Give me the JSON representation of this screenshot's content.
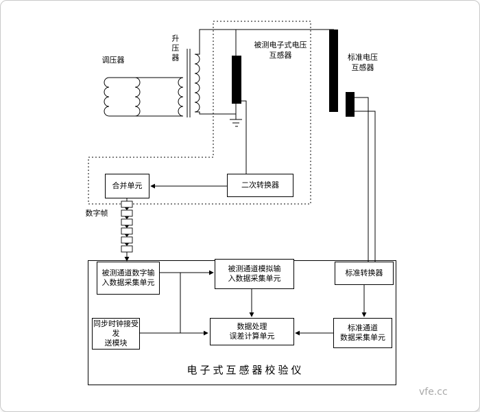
{
  "colors": {
    "line": "#000000",
    "sensor_bar": "#000000",
    "canvas_border": "#c9c9c9",
    "watermark": "#a8a8a8"
  },
  "top_circuit": {
    "regulator_label": "调压器",
    "booster_label": "升压器",
    "tested_vt_label": "被测电子式电压\n互感器",
    "standard_vt_label": "标准电压\n互感器"
  },
  "middle": {
    "merging_unit": "合并单元",
    "secondary_converter": "二次转换器",
    "digital_frame_label": "数字帧"
  },
  "calibrator": {
    "title": "电子式互感器校验仪",
    "digital_acq": "被测通道数字输\n入数据采集单元",
    "analog_acq": "被测通道模拟输\n入数据采集单元",
    "standard_converter": "标准转换器",
    "sync_clock": "同步时钟接受发\n送模块",
    "data_processing": "数据处理\n误差计算单元",
    "standard_acq": "标准通道\n数据采集单元"
  },
  "watermark": "vfe.cc"
}
